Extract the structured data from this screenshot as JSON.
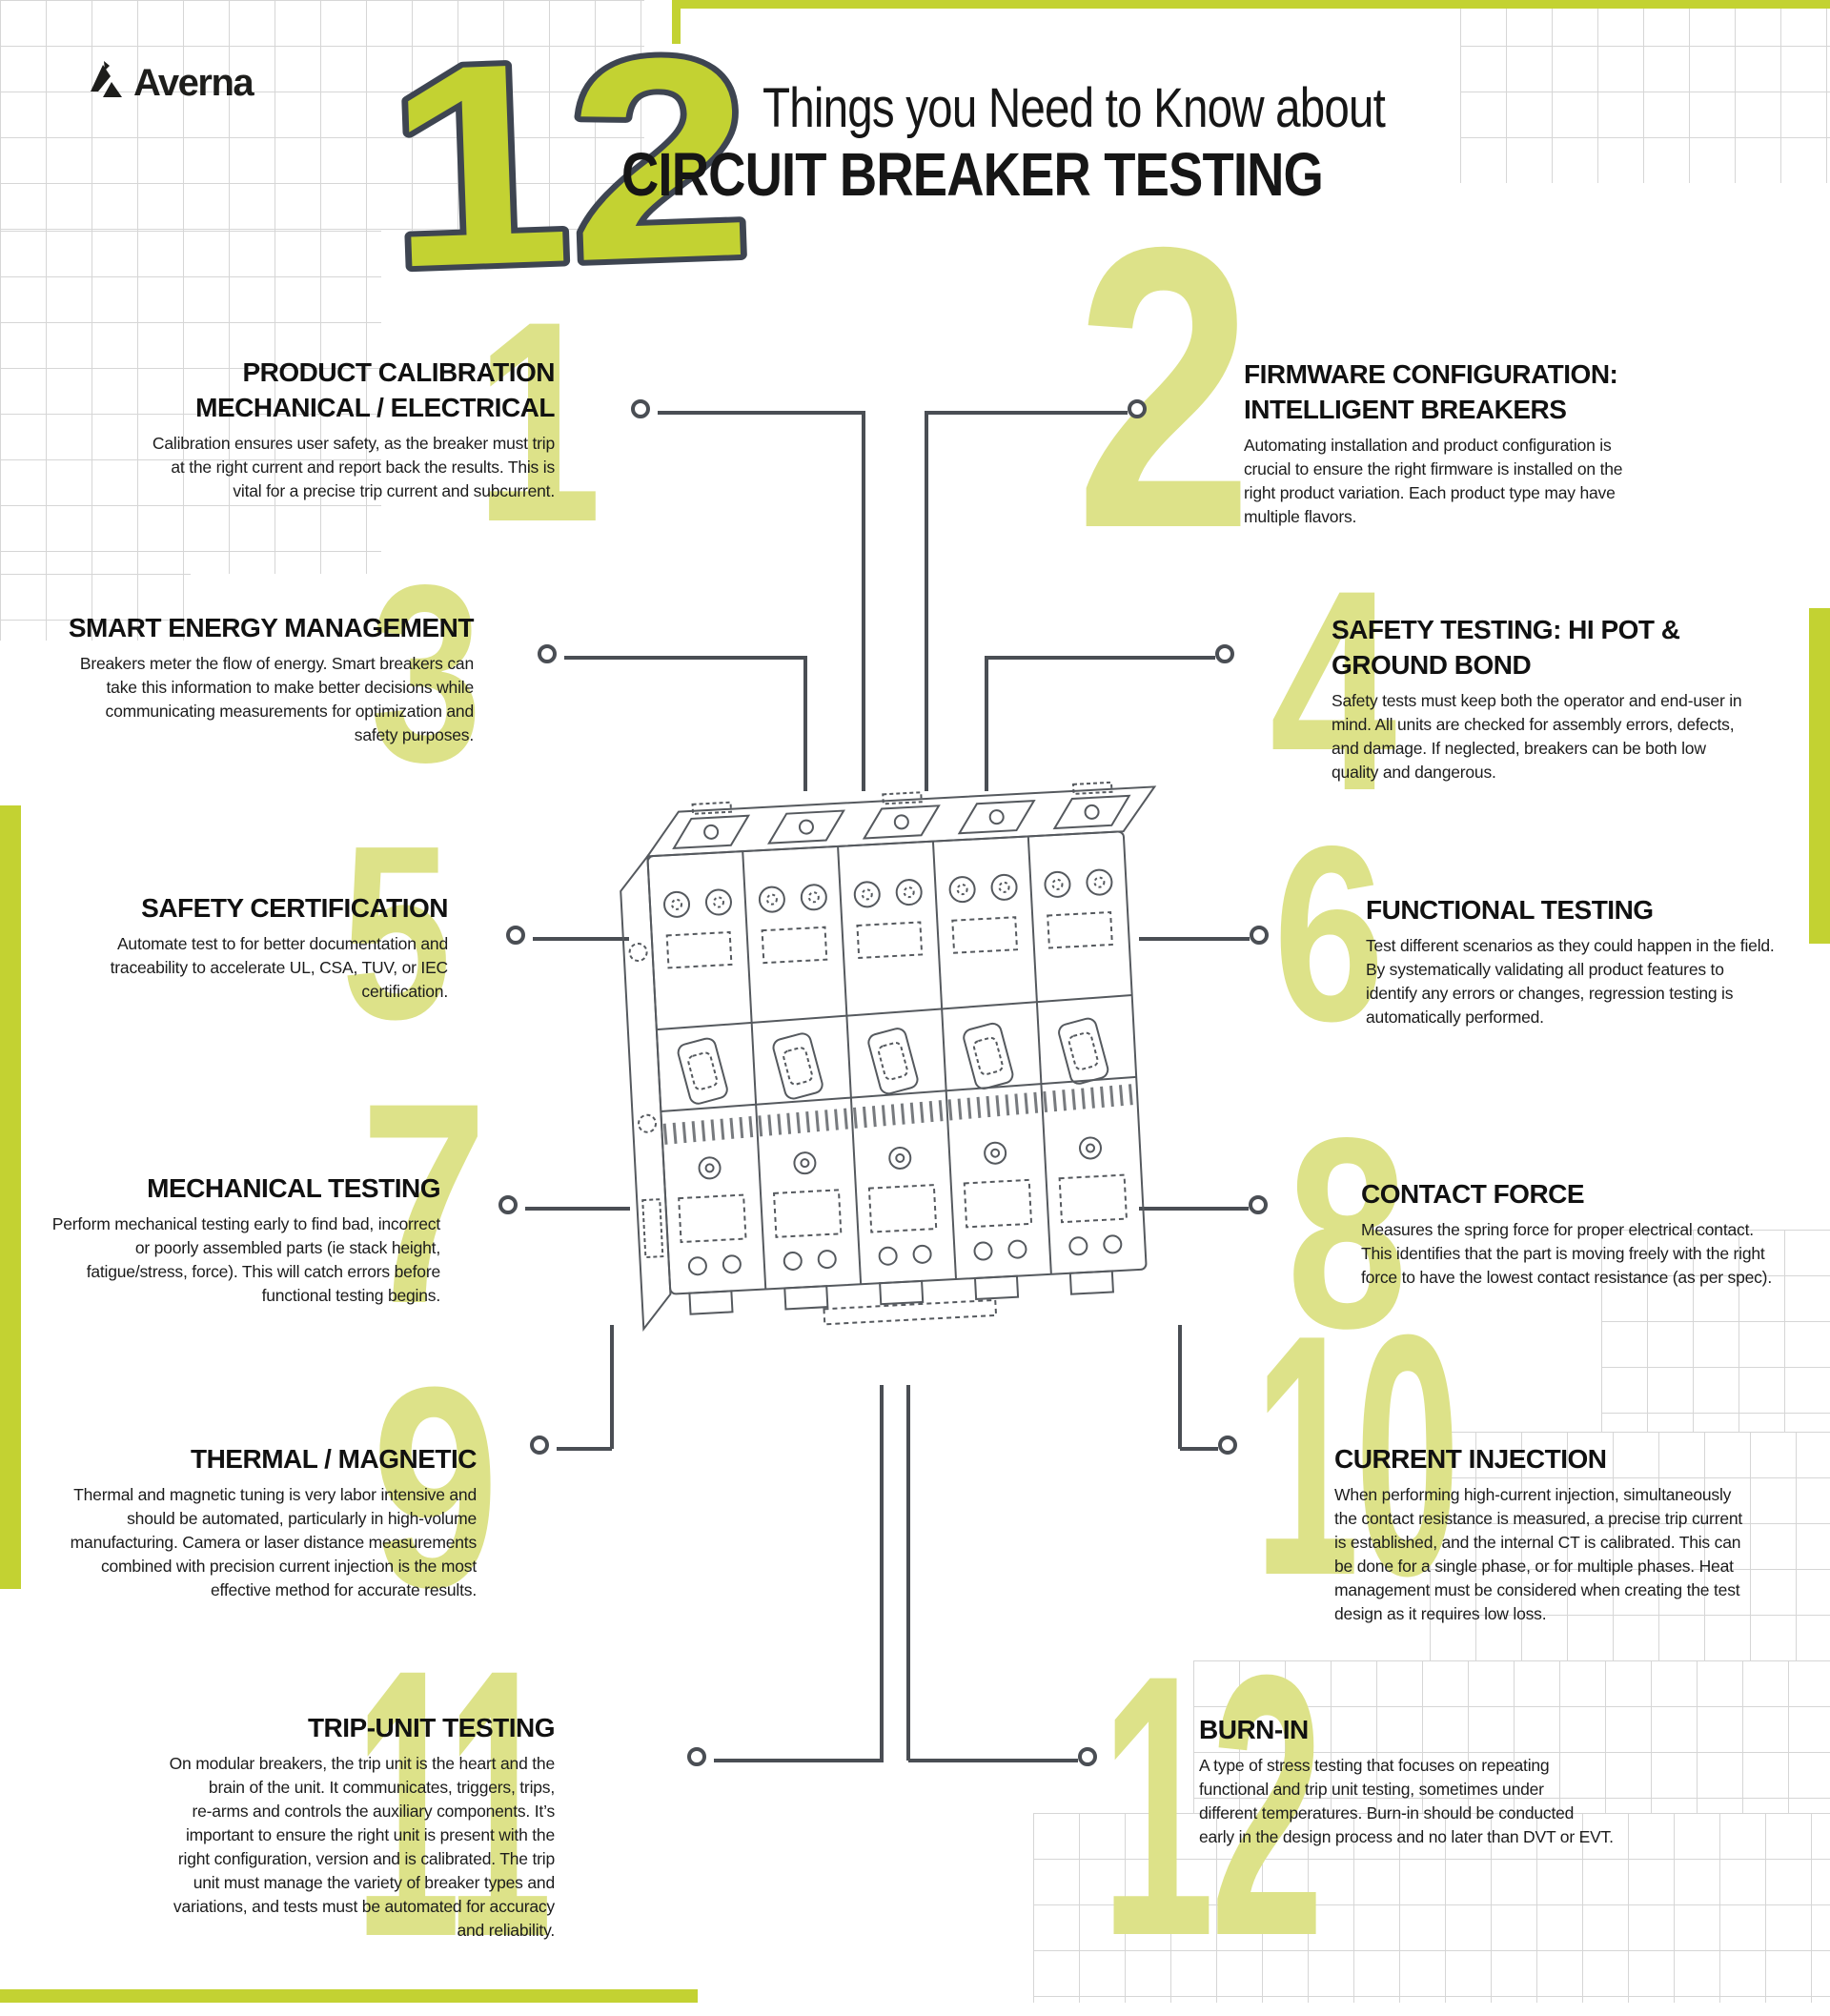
{
  "theme": {
    "accent": "#c3d232",
    "numeral": "#dde289",
    "line": "#4a4e54"
  },
  "brand": {
    "name": "Averna"
  },
  "header": {
    "big_number": "12",
    "title_line1": "Things you Need to Know about",
    "title_line2": "CIRCUIT BREAKER TESTING"
  },
  "sections": [
    {
      "number": "1",
      "title": "PRODUCT CALIBRATION\nMECHANICAL / ELECTRICAL",
      "body": "Calibration ensures user safety, as the breaker must trip\nat the right current and report back the results. This is\nvital for a precise trip current and subcurrent."
    },
    {
      "number": "2",
      "title": "FIRMWARE CONFIGURATION:\nINTELLIGENT BREAKERS",
      "body": "Automating installation and product configuration is\ncrucial to ensure the right firmware is installed on the\nright product variation. Each product type may have\nmultiple flavors."
    },
    {
      "number": "3",
      "title": "SMART ENERGY MANAGEMENT",
      "body": "Breakers meter the flow of energy. Smart breakers can\ntake this information to make better decisions while\ncommunicating measurements for optimization and\nsafety purposes."
    },
    {
      "number": "4",
      "title": "SAFETY TESTING: HI POT &\nGROUND BOND",
      "body": "Safety tests must keep both the operator and end-user in\nmind. All units are checked for assembly errors, defects,\nand damage. If neglected, breakers can be both low\nquality and dangerous."
    },
    {
      "number": "5",
      "title": "SAFETY CERTIFICATION",
      "body": "Automate test to for better documentation and\ntraceability to accelerate UL, CSA, TUV, or IEC\ncertification."
    },
    {
      "number": "6",
      "title": "FUNCTIONAL TESTING",
      "body": "Test different scenarios as they could happen in the field.\nBy systematically validating all product features to\nidentify any errors or changes, regression testing is\nautomatically performed."
    },
    {
      "number": "7",
      "title": "MECHANICAL TESTING",
      "body": "Perform mechanical testing early to find bad, incorrect\nor poorly assembled parts (ie stack height,\nfatigue/stress, force). This will catch errors before\nfunctional testing begins."
    },
    {
      "number": "8",
      "title": "CONTACT FORCE",
      "body": "Measures the spring force for proper electrical contact.\nThis identifies that the part is moving freely with the right\nforce to have the lowest contact resistance (as per spec)."
    },
    {
      "number": "9",
      "title": "THERMAL / MAGNETIC",
      "body": "Thermal and magnetic tuning is very labor intensive and\nshould be automated, particularly in high-volume\nmanufacturing. Camera or laser distance measurements\ncombined with precision current injection is the most\neffective method for accurate results."
    },
    {
      "number": "10",
      "title": "CURRENT INJECTION",
      "body": "When performing high-current injection, simultaneously\nthe contact resistance is measured, a precise trip current\nis established, and the internal CT is calibrated. This can\nbe done for a single phase, or for multiple phases. Heat\nmanagement must be considered when creating the test\ndesign as it requires low loss."
    },
    {
      "number": "11",
      "title": "TRIP-UNIT TESTING",
      "body": "On modular breakers, the trip unit is the heart and the\nbrain of the unit. It communicates, triggers, trips,\nre-arms and controls the auxiliary components. It’s\nimportant to ensure the right unit is present with the\nright configuration, version and is calibrated. The trip\nunit must manage the variety of breaker types and\nvariations, and tests must be automated for accuracy\nand reliability."
    },
    {
      "number": "12",
      "title": "BURN-IN",
      "body": "A type of stress testing that focuses on repeating\nfunctional and trip unit testing, sometimes under\ndifferent temperatures. Burn-in should be conducted\nearly in the design process and no later than DVT or EVT."
    }
  ]
}
